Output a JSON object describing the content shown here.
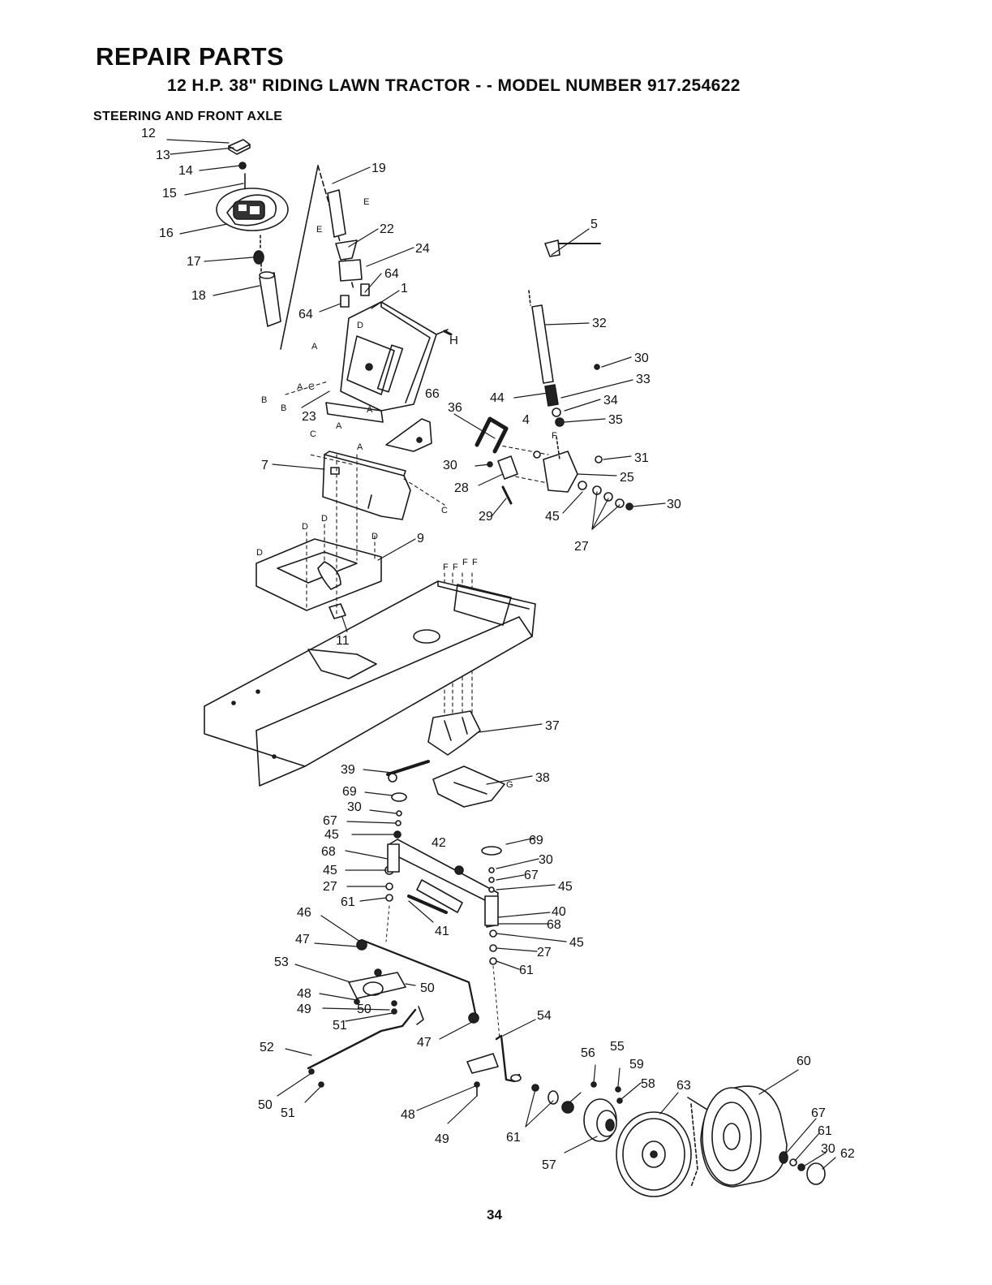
{
  "header": {
    "title": "REPAIR PARTS",
    "subtitle": "12 H.P. 38\" RIDING LAWN TRACTOR - - MODEL NUMBER 917.254622",
    "section": "STEERING AND FRONT AXLE"
  },
  "footer": {
    "page_number": "34"
  },
  "callouts": [
    {
      "label": "12"
    },
    {
      "label": "13"
    },
    {
      "label": "14"
    },
    {
      "label": "15"
    },
    {
      "label": "16"
    },
    {
      "label": "17"
    },
    {
      "label": "18"
    },
    {
      "label": "19"
    },
    {
      "label": "22"
    },
    {
      "label": "24"
    },
    {
      "label": "64"
    },
    {
      "label": "64"
    },
    {
      "label": "1"
    },
    {
      "label": "5"
    },
    {
      "label": "32"
    },
    {
      "label": "30"
    },
    {
      "label": "33"
    },
    {
      "label": "44"
    },
    {
      "label": "34"
    },
    {
      "label": "35"
    },
    {
      "label": "36"
    },
    {
      "label": "66"
    },
    {
      "label": "4"
    },
    {
      "label": "31"
    },
    {
      "label": "30"
    },
    {
      "label": "25"
    },
    {
      "label": "28"
    },
    {
      "label": "29"
    },
    {
      "label": "45"
    },
    {
      "label": "30"
    },
    {
      "label": "27"
    },
    {
      "label": "23"
    },
    {
      "label": "7"
    },
    {
      "label": "9"
    },
    {
      "label": "11"
    },
    {
      "label": "37"
    },
    {
      "label": "38"
    },
    {
      "label": "39"
    },
    {
      "label": "69"
    },
    {
      "label": "30"
    },
    {
      "label": "67"
    },
    {
      "label": "45"
    },
    {
      "label": "68"
    },
    {
      "label": "45"
    },
    {
      "label": "27"
    },
    {
      "label": "61"
    },
    {
      "label": "42"
    },
    {
      "label": "69"
    },
    {
      "label": "30"
    },
    {
      "label": "67"
    },
    {
      "label": "45"
    },
    {
      "label": "40"
    },
    {
      "label": "68"
    },
    {
      "label": "45"
    },
    {
      "label": "27"
    },
    {
      "label": "61"
    },
    {
      "label": "41"
    },
    {
      "label": "46"
    },
    {
      "label": "47"
    },
    {
      "label": "53"
    },
    {
      "label": "50"
    },
    {
      "label": "48"
    },
    {
      "label": "49"
    },
    {
      "label": "50"
    },
    {
      "label": "51"
    },
    {
      "label": "52"
    },
    {
      "label": "47"
    },
    {
      "label": "54"
    },
    {
      "label": "56"
    },
    {
      "label": "55"
    },
    {
      "label": "59"
    },
    {
      "label": "58"
    },
    {
      "label": "63"
    },
    {
      "label": "60"
    },
    {
      "label": "67"
    },
    {
      "label": "61"
    },
    {
      "label": "30"
    },
    {
      "label": "62"
    },
    {
      "label": "50"
    },
    {
      "label": "51"
    },
    {
      "label": "48"
    },
    {
      "label": "49"
    },
    {
      "label": "61"
    },
    {
      "label": "57"
    }
  ],
  "reference_letters": [
    {
      "label": "E"
    },
    {
      "label": "E"
    },
    {
      "label": "A"
    },
    {
      "label": "D"
    },
    {
      "label": "H"
    },
    {
      "label": "B"
    },
    {
      "label": "B"
    },
    {
      "label": "A"
    },
    {
      "label": "C"
    },
    {
      "label": "A"
    },
    {
      "label": "C"
    },
    {
      "label": "A"
    },
    {
      "label": "A"
    },
    {
      "label": "C"
    },
    {
      "label": "D"
    },
    {
      "label": "D"
    },
    {
      "label": "D"
    },
    {
      "label": "D"
    },
    {
      "label": "F"
    },
    {
      "label": "F"
    },
    {
      "label": "F"
    },
    {
      "label": "F"
    },
    {
      "label": "F"
    },
    {
      "label": "G"
    }
  ]
}
